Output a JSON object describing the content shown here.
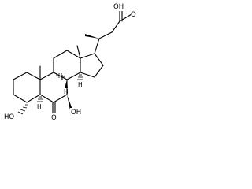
{
  "atoms": {
    "carboxyl_oxygen": "O",
    "carboxyl_hydroxyl": "OH",
    "c3_hydroxyl": "HO",
    "c7_hydroxyl": "OH",
    "c6_ketone_oxygen": "O",
    "h5": "H",
    "h8": "H",
    "h9": "H",
    "h14": "H"
  }
}
